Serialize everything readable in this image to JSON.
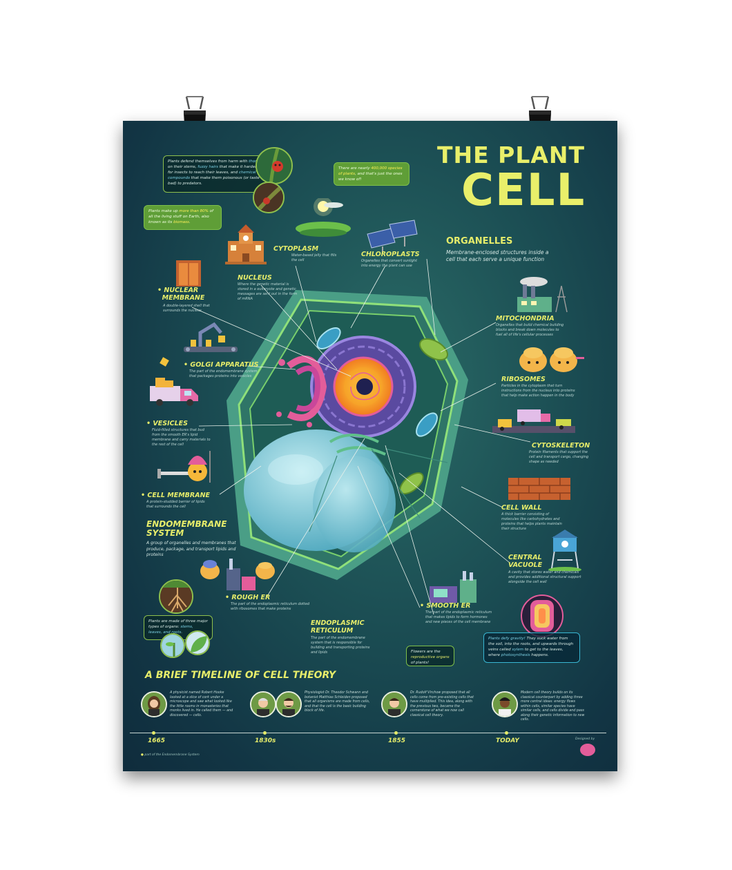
{
  "title": {
    "line1": "THE PLANT",
    "line2": "CELL"
  },
  "organelles_header": {
    "title": "ORGANELLES",
    "desc": "Membrane-enclosed structures inside a cell that each serve a unique function"
  },
  "facts": {
    "thorns": [
      "Plants defend themselves from harm with ",
      "thorns",
      " on their stems, ",
      "fuzzy hairs",
      " that make it harder for insects to reach their leaves, and ",
      "chemical compounds",
      " that make them poisonous (or taste bad) to predators."
    ],
    "species": [
      "There are nearly ",
      "400,000 species of plants",
      ", and that's just the ones we know of!"
    ],
    "biomass": [
      "Plants make up ",
      "more than 80%",
      " of all the living stuff on Earth, also known as its ",
      "biomass",
      "."
    ],
    "organs": [
      "Plants are made of three major types of organs: ",
      "stems, leaves, and roots",
      "."
    ],
    "flowers": [
      "Flowers are the ",
      "reproductive organs",
      " of plants!"
    ],
    "gravity": [
      "Plants defy gravity!",
      " They suck water from the soil, into the roots, and upwards through veins called ",
      "xylem",
      " to get to the leaves, where ",
      "photosynthesis",
      " happens."
    ]
  },
  "labels": {
    "cytoplasm": {
      "name": "CYTOPLASM",
      "desc": "Water-based jelly that fills the cell"
    },
    "chloroplasts": {
      "name": "CHLOROPLASTS",
      "desc": "Organelles that convert sunlight into energy the plant can use"
    },
    "nucleus": {
      "name": "NUCLEUS",
      "desc": "Where the genetic material is stored in a eukaryote and genetic messages are sent out in the form of mRNA"
    },
    "nuclear_membrane": {
      "name1": "NUCLEAR",
      "name2": "MEMBRANE",
      "desc": "A double-layered shell that surrounds the nucleus"
    },
    "golgi": {
      "name": "GOLGI APPARATUS",
      "desc": "The part of the endomembrane system that packages proteins into vesicles"
    },
    "vesicles": {
      "name": "VESICLES",
      "desc": "Fluid-filled structures that bud from the smooth ER's lipid membrane and carry materials to the rest of the cell"
    },
    "cell_membrane": {
      "name": "CELL MEMBRANE",
      "desc": "A protein-studded barrier of lipids that surrounds the cell"
    },
    "endomembrane": {
      "name1": "ENDOMEMBRANE",
      "name2": "SYSTEM",
      "desc": "A group of organelles and membranes that produce, package, and transport lipids and proteins"
    },
    "rough_er": {
      "name": "ROUGH ER",
      "desc": "The part of the endoplasmic reticulum dotted with ribosomes that make proteins"
    },
    "er": {
      "name1": "ENDOPLASMIC",
      "name2": "RETICULUM",
      "desc": "The part of the endomembrane system that is responsible for building and transporting proteins and lipids"
    },
    "smooth_er": {
      "name": "SMOOTH ER",
      "desc": "The part of the endoplasmic reticulum that makes lipids to form hormones and new pieces of the cell membrane"
    },
    "mitochondria": {
      "name": "MITOCHONDRIA",
      "desc": "Organelles that build chemical building blocks and break down molecules to fuel all of life's cellular processes"
    },
    "ribosomes": {
      "name": "RIBOSOMES",
      "desc": "Particles in the cytoplasm that turn instructions from the nucleus into proteins that help make action happen in the body"
    },
    "cytoskeleton": {
      "name": "CYTOSKELETON",
      "desc": "Protein filaments that support the cell and transport cargo, changing shape as needed"
    },
    "cell_wall": {
      "name": "CELL WALL",
      "desc": "A thick barrier consisting of molecules like carbohydrates and proteins that helps plants maintain their structure"
    },
    "central_vacuole": {
      "name1": "CENTRAL",
      "name2": "VACUOLE",
      "desc": "A cavity that stores water and chemicals and provides additional structural support alongside the cell wall"
    }
  },
  "timeline": {
    "title": "A BRIEF TIMELINE OF CELL THEORY",
    "entries": [
      {
        "year": "1665",
        "text": "A physicist named Robert Hooke looked at a slice of cork under a microscope and saw what looked like the little rooms in monasteries that monks lived in. He called them — and discovered — cells."
      },
      {
        "year": "1830s",
        "text": "Physiologist Dr. Theodor Schwann and botanist Matthias Schleiden proposed that all organisms are made from cells, and that the cell is the basic building block of life."
      },
      {
        "year": "1855",
        "text": "Dr. Rudolf Virchow proposed that all cells come from pre-existing cells that have multiplied. This idea, along with the previous two, became the cornerstone of what we now call classical cell theory."
      },
      {
        "year": "TODAY",
        "text": "Modern cell theory builds on its classical counterpart by adding three more central ideas: energy flows within cells, similar species have similar cells, and cells divide and pass along their genetic information to new cells."
      }
    ]
  },
  "footer": {
    "note": "part of the Endomembrane System",
    "credit": "Designed by"
  },
  "colors": {
    "title": "#e9ef6a",
    "label": "#e6ec6a",
    "bg_dark": "#123544",
    "bg_mid": "#1b4d53",
    "accent_green": "#8fc04d",
    "accent_blue": "#39b7d3"
  }
}
